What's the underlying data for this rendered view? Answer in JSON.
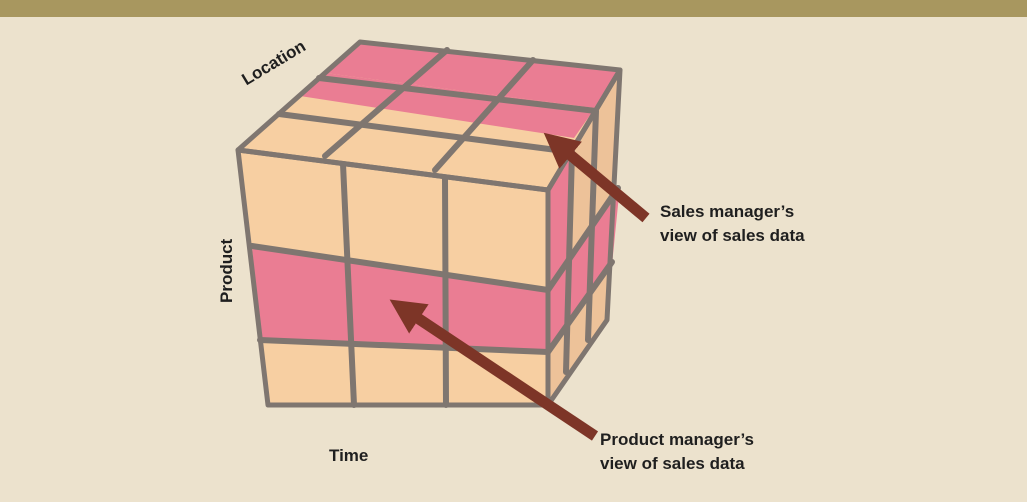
{
  "diagram": {
    "axes": {
      "location": "Location",
      "product": "Product",
      "time": "Time"
    },
    "annotations": {
      "sales_manager": {
        "line1": "Sales manager’s",
        "line2": "view of sales data"
      },
      "product_manager": {
        "line1": "Product manager’s",
        "line2": "view of sales data"
      }
    },
    "colors": {
      "background": "#ece2cd",
      "header_band": "#a8975f",
      "cell_default": "#f7cfa2",
      "cell_highlight": "#ea7d93",
      "grid_line": "#7f7670",
      "arrow": "#7d3527"
    },
    "highlighted_slices": {
      "sales_manager": "top row of cells in the Location direction",
      "product_manager": "middle band of cells in the Product direction"
    }
  }
}
